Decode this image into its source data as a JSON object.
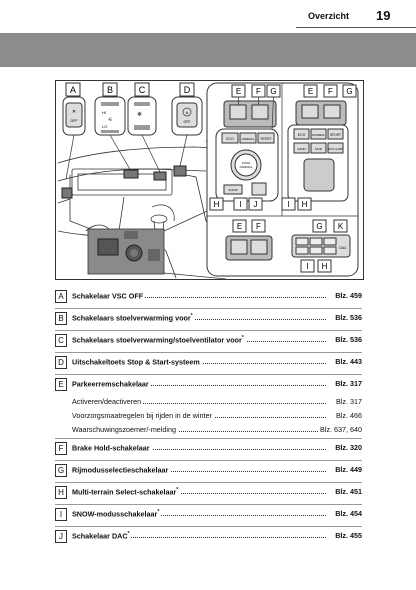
{
  "header": {
    "section": "Overzicht",
    "page_number": "19"
  },
  "figure": {
    "letters_left": [
      "A",
      "B",
      "C",
      "D"
    ],
    "letters_top_mid": [
      "E",
      "F",
      "G"
    ],
    "letters_top_right": [
      "E",
      "F",
      "G"
    ],
    "letters_bottom_mid": [
      "H",
      "I",
      "J"
    ],
    "letters_bottom_right": [
      "I",
      "H"
    ],
    "letters_lower_mid": [
      "E",
      "F"
    ],
    "letters_lower_right": [
      "G",
      "K"
    ],
    "button_labels": {
      "vsc": "OFF",
      "hi": "HI",
      "lo": "LO",
      "stop_start": "OFF",
      "eco": "ECO",
      "normal": "NORMAL",
      "sport": "SPORT",
      "push_normal": "PUSH NORMAL",
      "snow": "SNOW",
      "dac": "DAC",
      "sand": "SAND",
      "mud": "MUD",
      "rock": "ROCK & DIRT"
    }
  },
  "items": [
    {
      "letter": "A",
      "label": "Schakelaar VSC OFF",
      "page": "Blz. 459",
      "sup": ""
    },
    {
      "letter": "B",
      "label": "Schakelaars stoelverwarming voor",
      "page": "Blz. 536",
      "sup": "*"
    },
    {
      "letter": "C",
      "label": "Schakelaars stoelverwarming/stoelventilator voor",
      "page": "Blz. 536",
      "sup": "*"
    },
    {
      "letter": "D",
      "label": "Uitschakeltoets Stop & Start-systeem",
      "page": "Blz. 443",
      "sup": ""
    },
    {
      "letter": "E",
      "label": "Parkeerremschakelaar",
      "page": "Blz. 317",
      "sup": "",
      "subitems": [
        {
          "label": "Activeren/deactiveren",
          "page": "Blz. 317"
        },
        {
          "label": "Voorzorgsmaatregelen bij rijden in de winter",
          "page": "Blz. 466"
        },
        {
          "label": "Waarschuwingszoemer/-melding",
          "page": "Blz. 637, 640"
        }
      ]
    },
    {
      "letter": "F",
      "label": "Brake Hold-schakelaar",
      "page": "Blz. 320",
      "sup": ""
    },
    {
      "letter": "G",
      "label": "Rijmodusselectieschakelaar",
      "page": "Blz. 449",
      "sup": ""
    },
    {
      "letter": "H",
      "label": "Multi-terrain Select-schakelaar",
      "page": "Blz. 451",
      "sup": "*"
    },
    {
      "letter": "I",
      "label": "SNOW-modusschakelaar",
      "page": "Blz. 454",
      "sup": "*"
    },
    {
      "letter": "J",
      "label": "Schakelaar DAC",
      "page": "Blz. 455",
      "sup": "*"
    }
  ]
}
